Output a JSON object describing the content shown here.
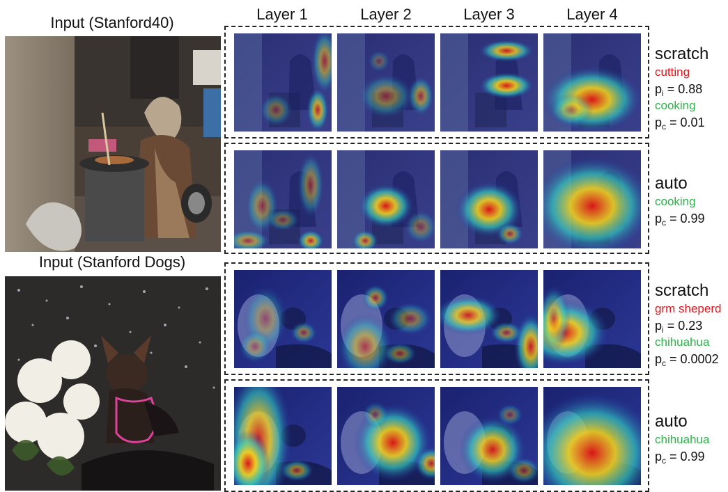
{
  "left": {
    "title_top": "Input (Stanford40)",
    "title_bottom": "Input (Stanford Dogs)"
  },
  "headers": [
    "Layer 1",
    "Layer 2",
    "Layer 3",
    "Layer 4"
  ],
  "rows": [
    {
      "model": "scratch",
      "lines": [
        {
          "kind": "class",
          "text": "cutting",
          "color": "#e0141b"
        },
        {
          "kind": "prob",
          "prefix": "p",
          "sub": "i",
          "value": "= 0.88"
        },
        {
          "kind": "class",
          "text": "cooking",
          "color": "#2db24a"
        },
        {
          "kind": "prob",
          "prefix": "p",
          "sub": "c",
          "value": "= 0.01"
        }
      ]
    },
    {
      "model": "auto",
      "lines": [
        {
          "kind": "class",
          "text": "cooking",
          "color": "#2db24a"
        },
        {
          "kind": "prob",
          "prefix": "p",
          "sub": "c",
          "value": "= 0.99"
        }
      ]
    },
    {
      "model": "scratch",
      "lines": [
        {
          "kind": "class",
          "text": "grm sheperd",
          "color": "#e0141b"
        },
        {
          "kind": "prob",
          "prefix": "p",
          "sub": "i",
          "value": "= 0.23"
        },
        {
          "kind": "class",
          "text": "chihuahua",
          "color": "#2db24a"
        },
        {
          "kind": "prob",
          "prefix": "p",
          "sub": "c",
          "value": "= 0.0002"
        }
      ]
    },
    {
      "model": "auto",
      "lines": [
        {
          "kind": "class",
          "text": "chihuahua",
          "color": "#2db24a"
        },
        {
          "kind": "prob",
          "prefix": "p",
          "sub": "c",
          "value": "= 0.99"
        }
      ]
    }
  ]
}
